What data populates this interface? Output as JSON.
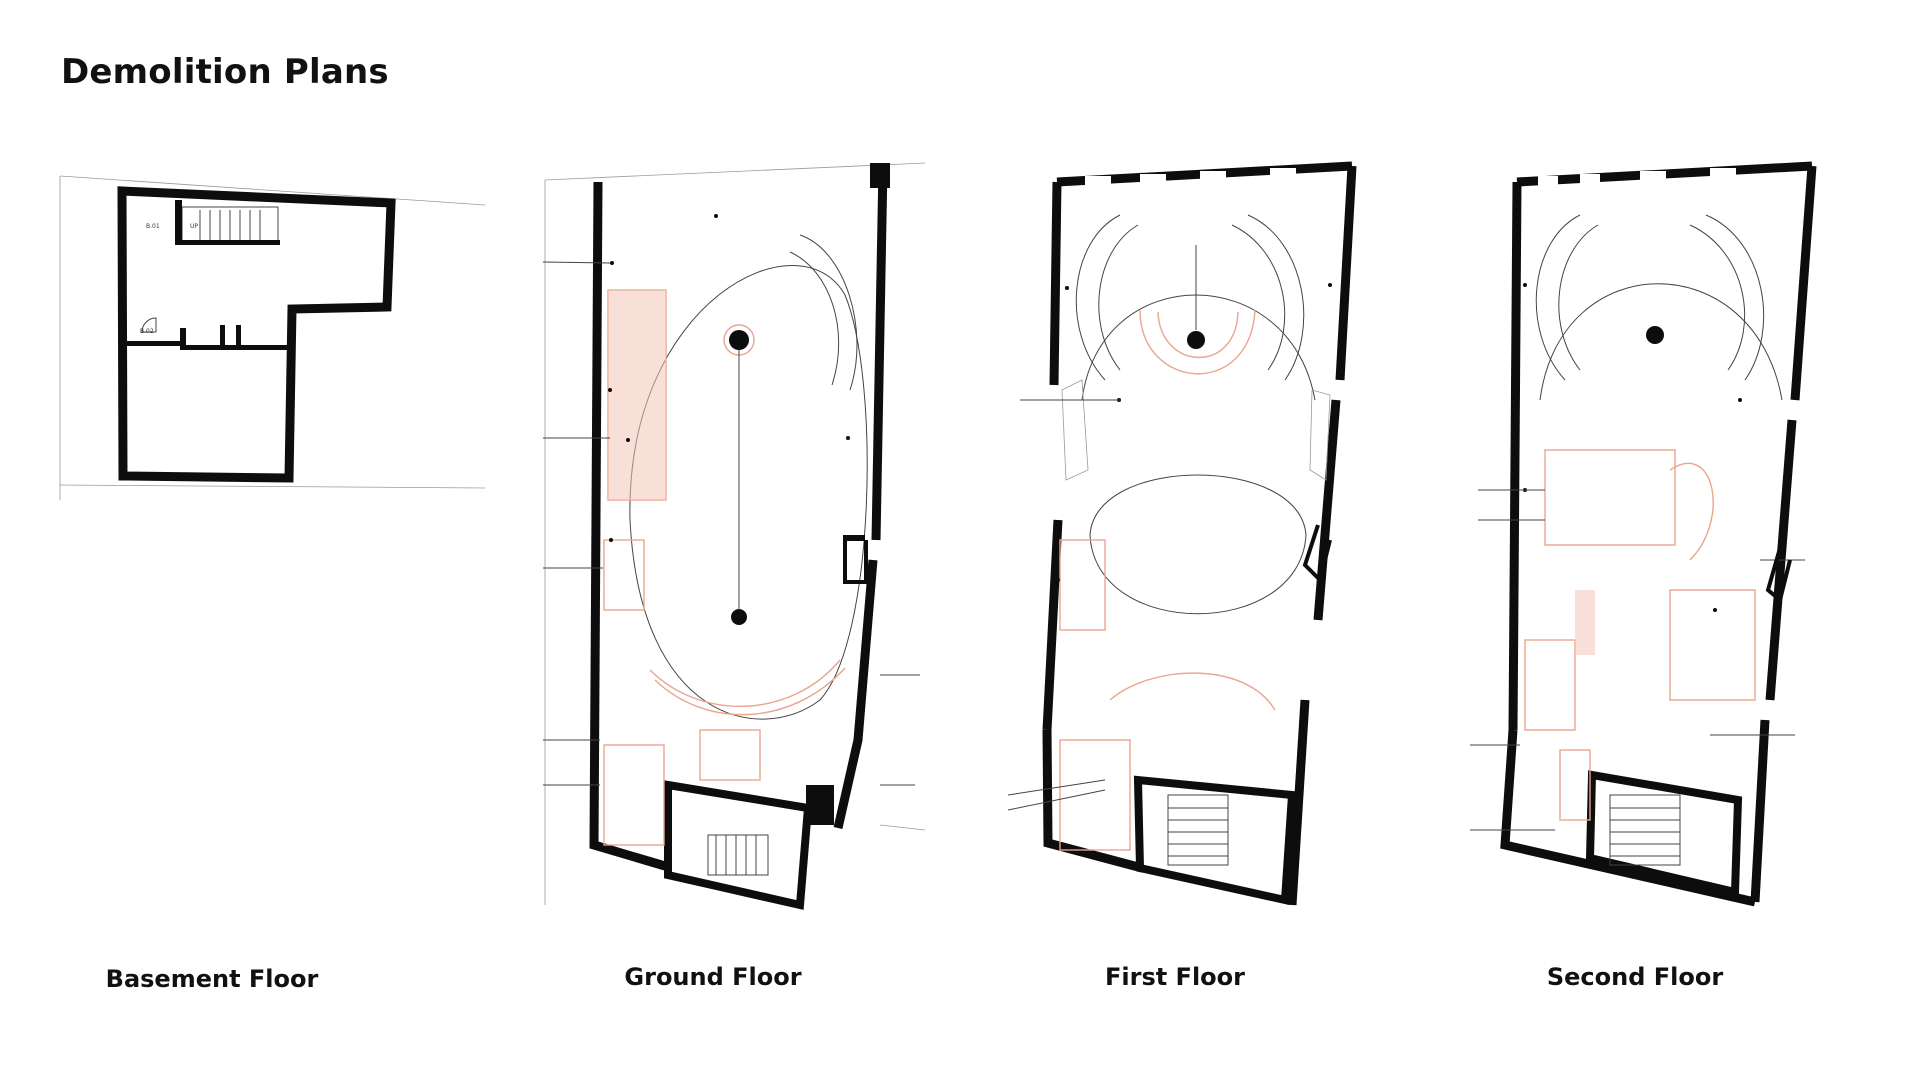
{
  "title": "Demolition Plans",
  "plans": [
    {
      "label": "Basement Floor"
    },
    {
      "label": "Ground Floor"
    },
    {
      "label": "First Floor"
    },
    {
      "label": "Second Floor"
    }
  ],
  "colors": {
    "wall": "#0d0d0d",
    "demolition": "#e9a58f",
    "background": "#ffffff"
  }
}
